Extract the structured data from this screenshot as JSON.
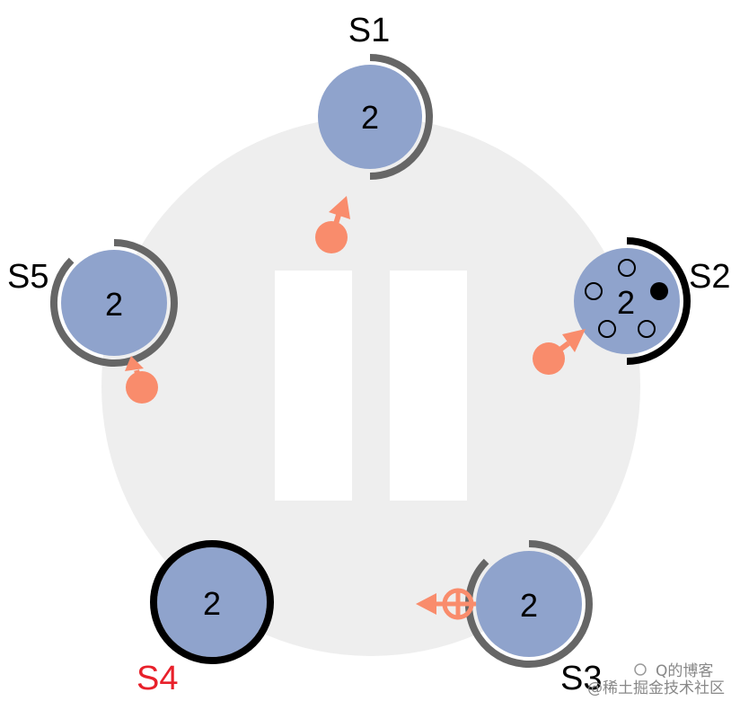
{
  "diagram": {
    "pause_icon": "pause-icon",
    "servers": [
      {
        "id": "S1",
        "label": "S1",
        "term": "2",
        "label_color": "#000000",
        "ring": "partial-gray",
        "votes_received": 0
      },
      {
        "id": "S2",
        "label": "S2",
        "term": "2",
        "label_color": "#000000",
        "ring": "partial-black",
        "votes_received": 5,
        "votes_filled": 1
      },
      {
        "id": "S3",
        "label": "S3",
        "term": "2",
        "label_color": "#000000",
        "ring": "partial-gray",
        "votes_received": 0
      },
      {
        "id": "S4",
        "label": "S4",
        "term": "2",
        "label_color": "#e8202a",
        "ring": "full-black",
        "votes_received": 0
      },
      {
        "id": "S5",
        "label": "S5",
        "term": "2",
        "label_color": "#000000",
        "ring": "partial-gray",
        "votes_received": 0
      }
    ],
    "colors": {
      "background_circle": "#eeeeee",
      "node_fill": "#8fa3cc",
      "message": "#f98c6c",
      "ring_gray": "#666666",
      "ring_black": "#000000"
    }
  },
  "watermark": {
    "text": "@稀土掘金技术社区",
    "overlay_text": "Q的博客"
  }
}
